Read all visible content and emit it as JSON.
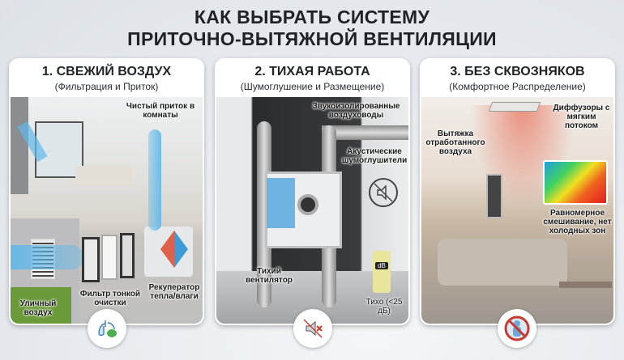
{
  "title": {
    "line1": "КАК ВЫБРАТЬ СИСТЕМУ",
    "line2": "ПРИТОЧНО-ВЫТЯЖНОЙ ВЕНТИЛЯЦИИ"
  },
  "panels": [
    {
      "heading": "1. СВЕЖИЙ ВОЗДУХ",
      "subheading": "(Фильтрация и Приток)",
      "labels": {
        "supply": "Чистый приток в комнаты",
        "outdoor": "Уличный воздух",
        "filter": "Фильтр тонкой очистки",
        "recuperator": "Рекуператор тепла/влаги"
      },
      "icon": "lungs-leaf-icon"
    },
    {
      "heading": "2. ТИХАЯ РАБОТА",
      "subheading": "(Шумоглушение и Размещение)",
      "labels": {
        "ducts": "Звукоизолированные воздуховоды",
        "silencers": "Акустические шумоглушители",
        "fan": "Тихий вентилятор",
        "meter": "dB",
        "quiet": "Тихо (<25 дБ)"
      },
      "icon": "muted-speaker-icon"
    },
    {
      "heading": "3. БЕЗ СКВОЗНЯКОВ",
      "subheading": "(Комфортное Распределение)",
      "labels": {
        "diffusers": "Диффузоры с мягким потоком",
        "exhaust": "Вытяжка отработанного воздуха",
        "mixing": "Равномерное смешивание, нет холодных зон"
      },
      "icon": "no-cold-person-icon"
    }
  ],
  "colors": {
    "airflow": "#5fb8ea",
    "warm": "#e8705a"
  }
}
